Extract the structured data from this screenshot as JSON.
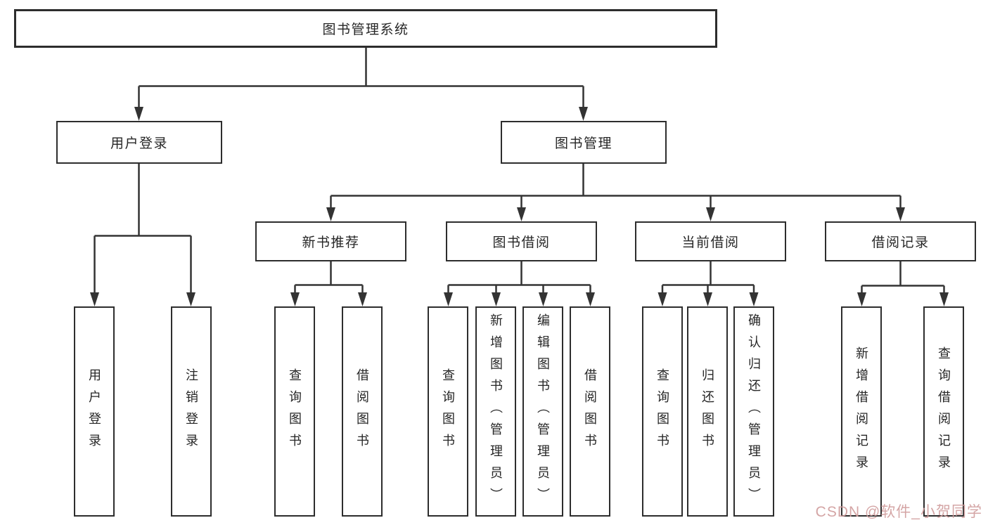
{
  "diagram": {
    "type": "hierarchy-tree",
    "root": {
      "label": "图书管理系统"
    },
    "level2": [
      {
        "label": "用户登录"
      },
      {
        "label": "图书管理"
      }
    ],
    "level3": [
      {
        "label": "新书推荐",
        "parent": "图书管理"
      },
      {
        "label": "图书借阅",
        "parent": "图书管理"
      },
      {
        "label": "当前借阅",
        "parent": "图书管理"
      },
      {
        "label": "借阅记录",
        "parent": "图书管理"
      }
    ],
    "leaves": [
      {
        "label": "用户登录",
        "parent": "用户登录"
      },
      {
        "label": "注销登录",
        "parent": "用户登录"
      },
      {
        "label": "查询图书",
        "parent": "新书推荐"
      },
      {
        "label": "借阅图书",
        "parent": "新书推荐"
      },
      {
        "label": "查询图书",
        "parent": "图书借阅"
      },
      {
        "label": "新增图书（管理员）",
        "parent": "图书借阅"
      },
      {
        "label": "编辑图书（管理员）",
        "parent": "图书借阅"
      },
      {
        "label": "借阅图书",
        "parent": "图书借阅"
      },
      {
        "label": "查询图书",
        "parent": "当前借阅"
      },
      {
        "label": "归还图书",
        "parent": "当前借阅"
      },
      {
        "label": "确认归还（管理员）",
        "parent": "当前借阅"
      },
      {
        "label": "新增借阅记录",
        "parent": "借阅记录"
      },
      {
        "label": "查询借阅记录",
        "parent": "借阅记录"
      }
    ]
  },
  "watermark": {
    "text": "CSDN @软件_小贺同学"
  },
  "colors": {
    "line": "#333333",
    "box_border": "#2d2d2d",
    "text": "#262626",
    "watermark": "#d09c9c",
    "background": "#ffffff"
  }
}
